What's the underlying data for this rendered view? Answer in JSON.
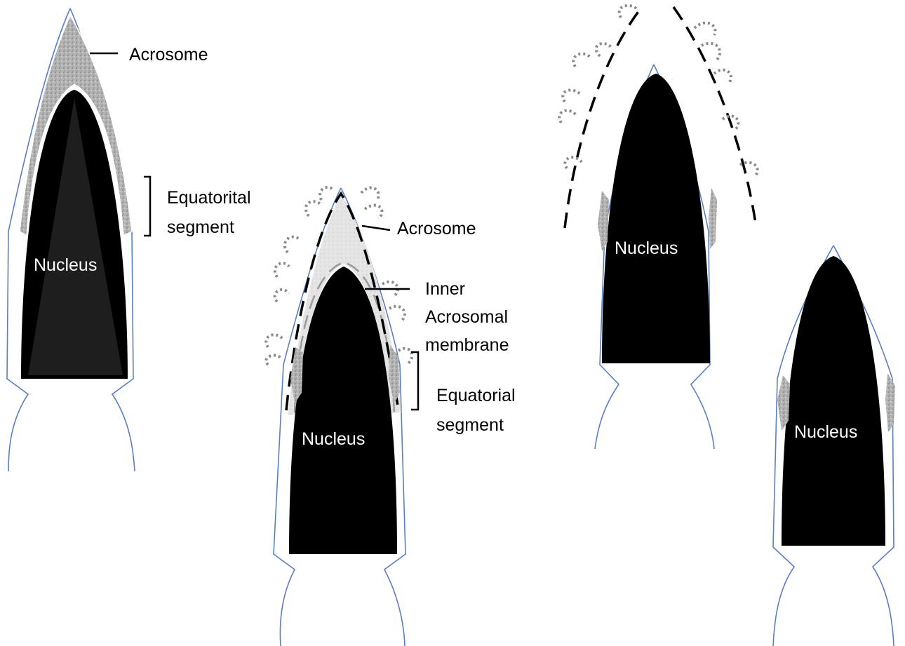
{
  "labels": {
    "acrosome_1": "Acrosome",
    "equatorial_1_line1": "Equatorital",
    "equatorial_1_line2": "segment",
    "nucleus_1": "Nucleus",
    "acrosome_2": "Acrosome",
    "inner_line1": "Inner",
    "inner_line2": "Acrosomal",
    "inner_line3": "membrane",
    "equatorial_2_line1": "Equatorial",
    "equatorial_2_line2": "segment",
    "nucleus_2": "Nucleus",
    "nucleus_3": "Nucleus",
    "nucleus_4": "Nucleus"
  },
  "colors": {
    "outline": "#5b7fbf",
    "nucleus": "#000000",
    "acrosome_intact": "#a9a9a9",
    "acrosome_swollen": "#e6e6e6",
    "equatorial_remnant": "#9a9a9a",
    "vesicles": "#8a8a8a"
  }
}
